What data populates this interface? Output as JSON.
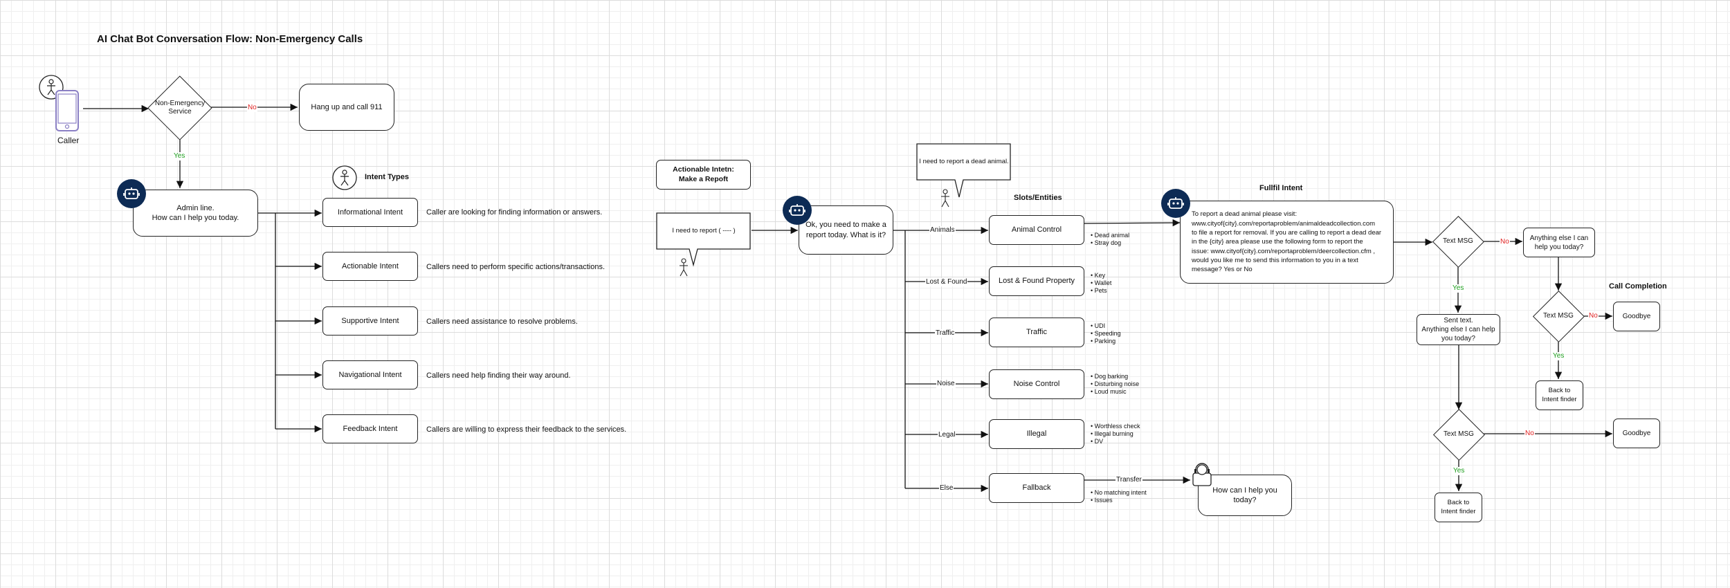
{
  "title": "AI Chat Bot Conversation Flow: Non-Emergency Calls",
  "caller": {
    "label": "Caller"
  },
  "decision_service": "Non-Emergency\nService",
  "hang_up": "Hang up and call 911",
  "edge_yes": "Yes",
  "edge_no": "No",
  "admin_line": "Admin line.\nHow can I help you today.",
  "intent_types": {
    "heading": "Intent Types",
    "items": [
      {
        "name": "Informational Intent",
        "desc": "Caller are looking for finding information or answers."
      },
      {
        "name": "Actionable Intent",
        "desc": "Callers need to perform specific actions/transactions."
      },
      {
        "name": "Supportive Intent",
        "desc": "Callers need assistance to resolve problems."
      },
      {
        "name": "Navigational Intent",
        "desc": "Callers need help finding their way around."
      },
      {
        "name": "Feedback Intent",
        "desc": "Callers are willing to express their feedback to the services."
      }
    ]
  },
  "actionable_box": "Actionable Intetn:\nMake a Repoft",
  "caller_report_bubble": "I need to report ( ---- )",
  "bot_report_prompt": "Ok, you need to make a\nreport today. What is it?",
  "dead_animal_bubble": "I need to report a dead animal.",
  "slots": {
    "heading": "Slots/Entities",
    "items": [
      {
        "edge": "Animals",
        "name": "Animal Control",
        "entities": [
          "Dead animal",
          "Stray dog"
        ]
      },
      {
        "edge": "Lost & Found",
        "name": "Lost & Found Property",
        "entities": [
          "Key",
          "Wallet",
          "Pets"
        ]
      },
      {
        "edge": "Traffic",
        "name": "Traffic",
        "entities": [
          "UDI",
          "Speeding",
          "Parking"
        ]
      },
      {
        "edge": "Noise",
        "name": "Noise Control",
        "entities": [
          "Dog barking",
          "Disturbing noise",
          "Loud music"
        ]
      },
      {
        "edge": "Legal",
        "name": "Illegal",
        "entities": [
          "Worthless check",
          "Illegal burning",
          "DV"
        ]
      },
      {
        "edge": "Else",
        "name": "Fallback",
        "entities": [
          "No matching intent",
          "Issues"
        ]
      }
    ]
  },
  "transfer": {
    "edge": "Transfer",
    "agent_prompt": "How can I help you today?"
  },
  "fulfill": {
    "heading": "Fullfil Intent",
    "text": "To report a dead animal please visit: www.cityof{city}.com/reportaproblem/animaldeadcollection.com to file a report for removal. If you are calling to report a dead dear in the {city} area please use the following form to report the issue: www.cityof{city}.com/reportaproblem/deercollection.cfm , would you like me to send this information to you in a text message? Yes or No"
  },
  "text_msg": "Text MSG",
  "anything_else": "Anything else I can\nhelp you today?",
  "sent_text": "Sent text.\nAnything else I can help\nyou today?",
  "completion": {
    "heading": "Call Completion",
    "goodbye": "Goodbye",
    "back_to_intent": "Back to\nIntent finder"
  },
  "colors": {
    "bot": "#0d2b55",
    "yes": "#1a9c1a",
    "no": "#e02020",
    "phone": "#8a7fc4"
  }
}
